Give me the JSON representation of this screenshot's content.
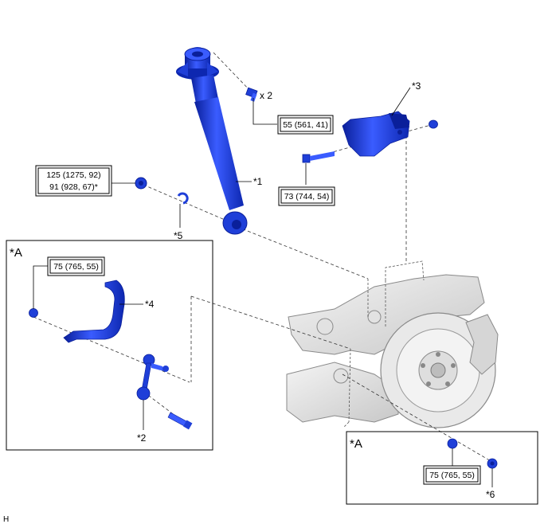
{
  "torque": {
    "shock_bolt": "55 (561, 41)",
    "upper_nut_1": "125 (1275, 92)",
    "upper_nut_2": "91 (928, 67)*",
    "bracket_bolt": "73 (744, 54)",
    "stab_bar_nut": "75 (765, 55)",
    "stab_link_nut": "75 (765, 55)"
  },
  "labels": {
    "quantity": "x 2",
    "part1": "*1",
    "part2": "*2",
    "part3": "*3",
    "part4": "*4",
    "part5": "*5",
    "part6": "*6",
    "view_a_main": "*A",
    "view_a_inset": "*A",
    "corner": "H"
  },
  "colors": {
    "part_blue": "#1f3fd8",
    "part_dark": "#0a1f9a",
    "assembly_gray": "#b8b8b8"
  }
}
